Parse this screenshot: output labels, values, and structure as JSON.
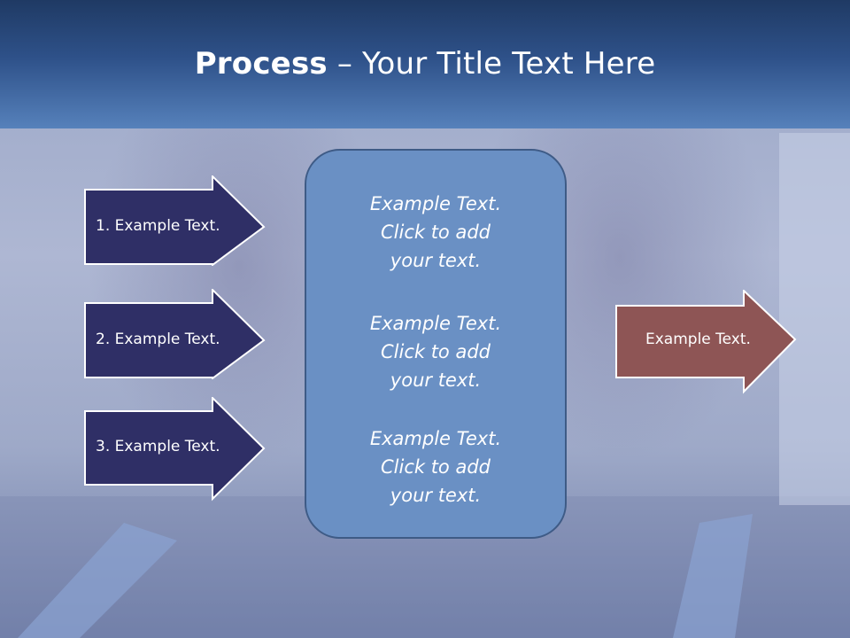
{
  "slide": {
    "title_bold": "Process",
    "title_rest": " – Your Title Text Here"
  },
  "left_arrows": [
    {
      "label": "1. Example Text."
    },
    {
      "label": "2. Example Text."
    },
    {
      "label": "3. Example Text."
    }
  ],
  "center_blocks": [
    {
      "line1": "Example Text.",
      "line2": "Click  to add",
      "line3": "your text."
    },
    {
      "line1": "Example Text.",
      "line2": "Click  to add",
      "line3": "your text."
    },
    {
      "line1": "Example Text.",
      "line2": "Click  to add",
      "line3": "your text."
    }
  ],
  "right_arrow": {
    "label": "Example Text."
  },
  "colors": {
    "title_bar": "#2e5189",
    "left_arrow_fill": "#2f2f66",
    "center_box_fill": "#6a90c4",
    "right_arrow_fill": "#8e5555"
  }
}
